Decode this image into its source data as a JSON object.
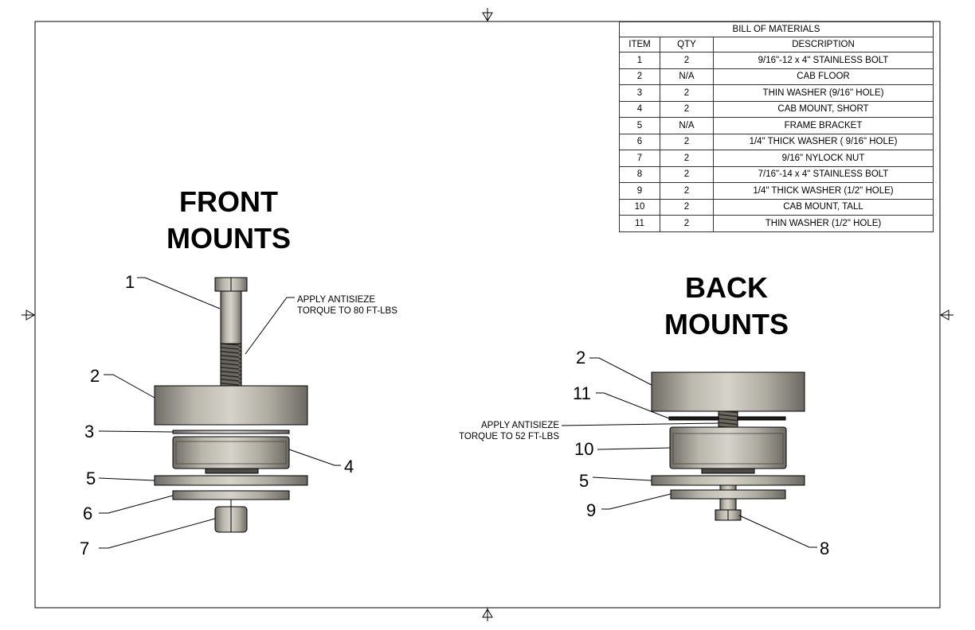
{
  "bom": {
    "title": "BILL OF MATERIALS",
    "headers": [
      "ITEM",
      "QTY",
      "DESCRIPTION"
    ],
    "rows": [
      {
        "item": "1",
        "qty": "2",
        "description": "9/16\"-12 x 4\"  STAINLESS BOLT"
      },
      {
        "item": "2",
        "qty": "N/A",
        "description": "CAB FLOOR"
      },
      {
        "item": "3",
        "qty": "2",
        "description": "THIN WASHER (9/16\" HOLE)"
      },
      {
        "item": "4",
        "qty": "2",
        "description": "CAB MOUNT, SHORT"
      },
      {
        "item": "5",
        "qty": "N/A",
        "description": "FRAME BRACKET"
      },
      {
        "item": "6",
        "qty": "2",
        "description": "1/4\" THICK WASHER ( 9/16\" HOLE)"
      },
      {
        "item": "7",
        "qty": "2",
        "description": "9/16\" NYLOCK NUT"
      },
      {
        "item": "8",
        "qty": "2",
        "description": "7/16\"-14 x 4\"  STAINLESS BOLT"
      },
      {
        "item": "9",
        "qty": "2",
        "description": "1/4\" THICK WASHER (1/2\" HOLE)"
      },
      {
        "item": "10",
        "qty": "2",
        "description": "CAB MOUNT, TALL"
      },
      {
        "item": "11",
        "qty": "2",
        "description": "THIN WASHER (1/2\" HOLE)"
      }
    ]
  },
  "front": {
    "title_line1": "FRONT",
    "title_line2": "MOUNTS",
    "note_line1": "APPLY ANTISIEZE",
    "note_line2": "TORQUE TO 80 FT-LBS",
    "balloons": [
      "1",
      "2",
      "3",
      "4",
      "5",
      "6",
      "7"
    ]
  },
  "back": {
    "title_line1": "BACK",
    "title_line2": "MOUNTS",
    "note_line1": "APPLY ANTISIEZE",
    "note_line2": "TORQUE TO 52 FT-LBS",
    "balloons": [
      "2",
      "11",
      "10",
      "5",
      "9",
      "8"
    ]
  },
  "colors": {
    "metal_light": "#c9c6bc",
    "metal_mid": "#9a978c",
    "metal_dark": "#5f5d55",
    "line": "#000000"
  }
}
